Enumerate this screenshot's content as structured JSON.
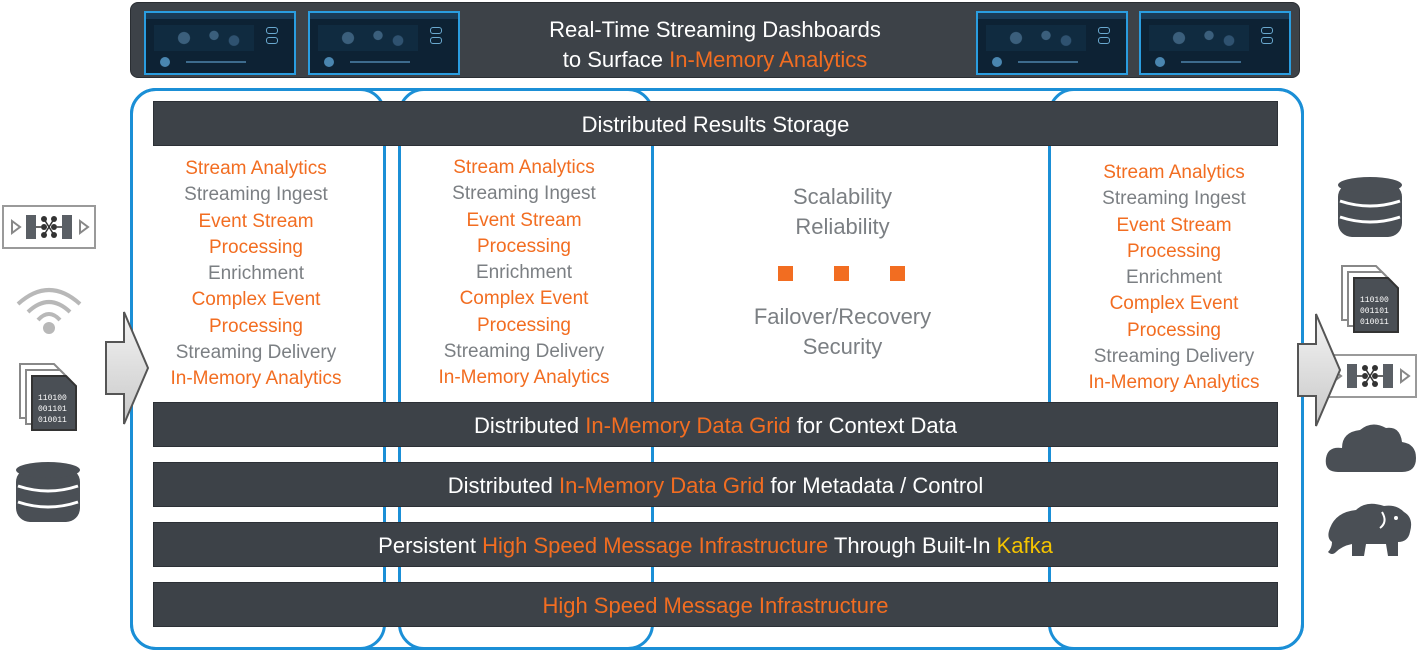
{
  "banner": {
    "line1": "Real-Time Streaming Dashboards",
    "line2_prefix": "to Surface ",
    "line2_highlight": "In-Memory Analytics"
  },
  "results_storage": "Distributed Results Storage",
  "pipeline_columns": [
    {
      "items": [
        {
          "text": "Stream Analytics",
          "style": "orange"
        },
        {
          "text": "Streaming Ingest",
          "style": "gray"
        },
        {
          "text": "Event Stream",
          "style": "orange"
        },
        {
          "text": "Processing",
          "style": "orange"
        },
        {
          "text": "Enrichment",
          "style": "gray"
        },
        {
          "text": "Complex Event",
          "style": "orange"
        },
        {
          "text": "Processing",
          "style": "orange"
        },
        {
          "text": "Streaming Delivery",
          "style": "gray"
        },
        {
          "text": "In-Memory Analytics",
          "style": "orange"
        }
      ]
    },
    {
      "items": [
        {
          "text": "Stream Analytics",
          "style": "orange"
        },
        {
          "text": "Streaming Ingest",
          "style": "gray"
        },
        {
          "text": "Event Stream",
          "style": "orange"
        },
        {
          "text": "Processing",
          "style": "orange"
        },
        {
          "text": "Enrichment",
          "style": "gray"
        },
        {
          "text": "Complex Event",
          "style": "orange"
        },
        {
          "text": "Processing",
          "style": "orange"
        },
        {
          "text": "Streaming Delivery",
          "style": "gray"
        },
        {
          "text": "In-Memory Analytics",
          "style": "orange"
        }
      ]
    },
    {
      "items": [
        {
          "text": "Stream Analytics",
          "style": "orange"
        },
        {
          "text": "Streaming Ingest",
          "style": "gray"
        },
        {
          "text": "Event Stream",
          "style": "orange"
        },
        {
          "text": "Processing",
          "style": "orange"
        },
        {
          "text": "Enrichment",
          "style": "gray"
        },
        {
          "text": "Complex Event",
          "style": "orange"
        },
        {
          "text": "Processing",
          "style": "orange"
        },
        {
          "text": "Streaming Delivery",
          "style": "gray"
        },
        {
          "text": "In-Memory Analytics",
          "style": "orange"
        }
      ]
    }
  ],
  "middle": {
    "line1": "Scalability",
    "line2": "Reliability",
    "line3": "Failover/Recovery",
    "line4": "Security"
  },
  "bars": {
    "context": {
      "prefix": "Distributed ",
      "highlight": "In-Memory Data Grid",
      "suffix": " for Context Data"
    },
    "metadata": {
      "prefix": "Distributed ",
      "highlight": "In-Memory Data Grid",
      "suffix": " for Metadata / Control"
    },
    "persistent": {
      "prefix": "Persistent ",
      "highlight": "High Speed Message Infrastructure",
      "middle": " Through Built-In ",
      "kafka": "Kafka"
    },
    "message": "High Speed Message Infrastructure"
  },
  "left_sources": [
    "processor-icon",
    "wifi-icon",
    "binary-files-icon",
    "database-icon"
  ],
  "right_targets": [
    "database-icon",
    "binary-files-icon",
    "processor-icon",
    "cloud-icon",
    "hadoop-elephant-icon"
  ],
  "colors": {
    "accent": "#f26d21",
    "frame": "#1b8fd6",
    "bar": "#3d4248",
    "kafka": "#f5c400",
    "muted": "#7b7f83"
  }
}
